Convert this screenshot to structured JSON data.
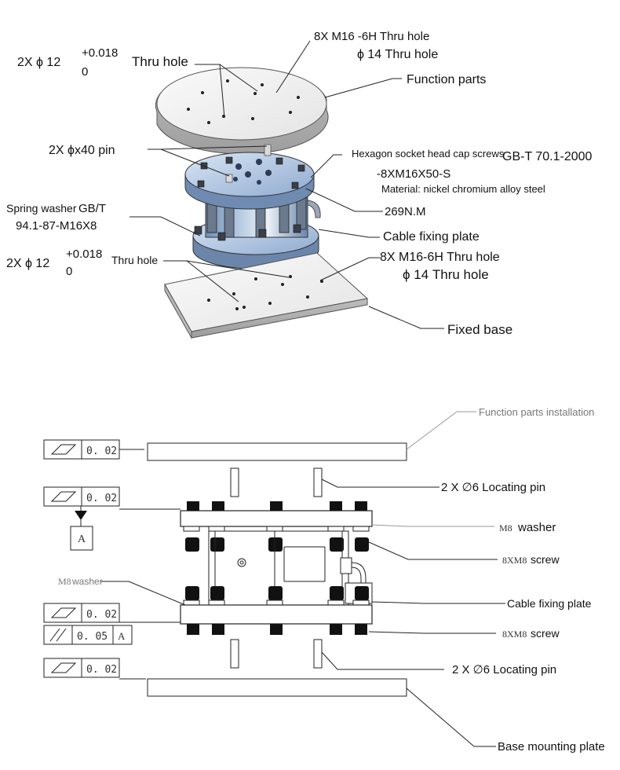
{
  "top": {
    "label_holes12_prefix": "2X ϕ 12",
    "label_holes12_tol_upper": "+0.018",
    "label_holes12_tol_lower": "0",
    "label_holes12_suffix": "Thru hole",
    "label_m16_line1": "8X  M16  -6H Thru hole",
    "label_m16_line2": "ϕ 14 Thru hole",
    "label_function_parts": "Function parts",
    "label_pin": "2X ϕx40 pin",
    "label_screws_line1a": "Hexagon socket head cap screws",
    "label_screws_line1b": "GB-T 70.1-2000",
    "label_screws_line2": "-8XM16X50-S",
    "label_screws_line3": "Material: nickel chromium alloy steel",
    "label_torque": "269N.M",
    "label_spring_washer_1a": "Spring washer",
    "label_spring_washer_1b": "GB/T",
    "label_spring_washer_2": "94.1-87-M16X8",
    "label_cable_plate": "Cable fixing plate",
    "label_b12_prefix": "2X ϕ 12",
    "label_b12_tol_upper": "+0.018",
    "label_b12_tol_lower": "0",
    "label_b12_suffix": "Thru hole",
    "label_bm16_line1": "8X  M16-6H Thru hole",
    "label_bm16_line2": "ϕ  14 Thru hole",
    "label_fixed_base": "Fixed base"
  },
  "bottom": {
    "label_function_install": "Function parts installation",
    "tol1_value": "0. 02",
    "tol2_value": "0. 02",
    "datum_a": "A",
    "label_pin_top": "2 X ∅6 Locating pin",
    "label_m8_washer_right_a": "M8",
    "label_m8_washer_right_b": "washer",
    "label_screw_top_a": "8XM8",
    "label_screw_top_b": "screw",
    "label_m8_washer_left_a": "M8",
    "label_m8_washer_left_b": "washer",
    "label_cable_plate": "Cable fixing plate",
    "tol3_value": "0. 02",
    "tol4_value": "0. 05",
    "tol4_datum": "A",
    "label_screw_bottom_a": "8XM8",
    "label_screw_bottom_b": "screw",
    "tol5_value": "0. 02",
    "label_pin_bottom": "2 X ∅6 Locating pin",
    "label_base_plate": "Base mounting plate"
  }
}
